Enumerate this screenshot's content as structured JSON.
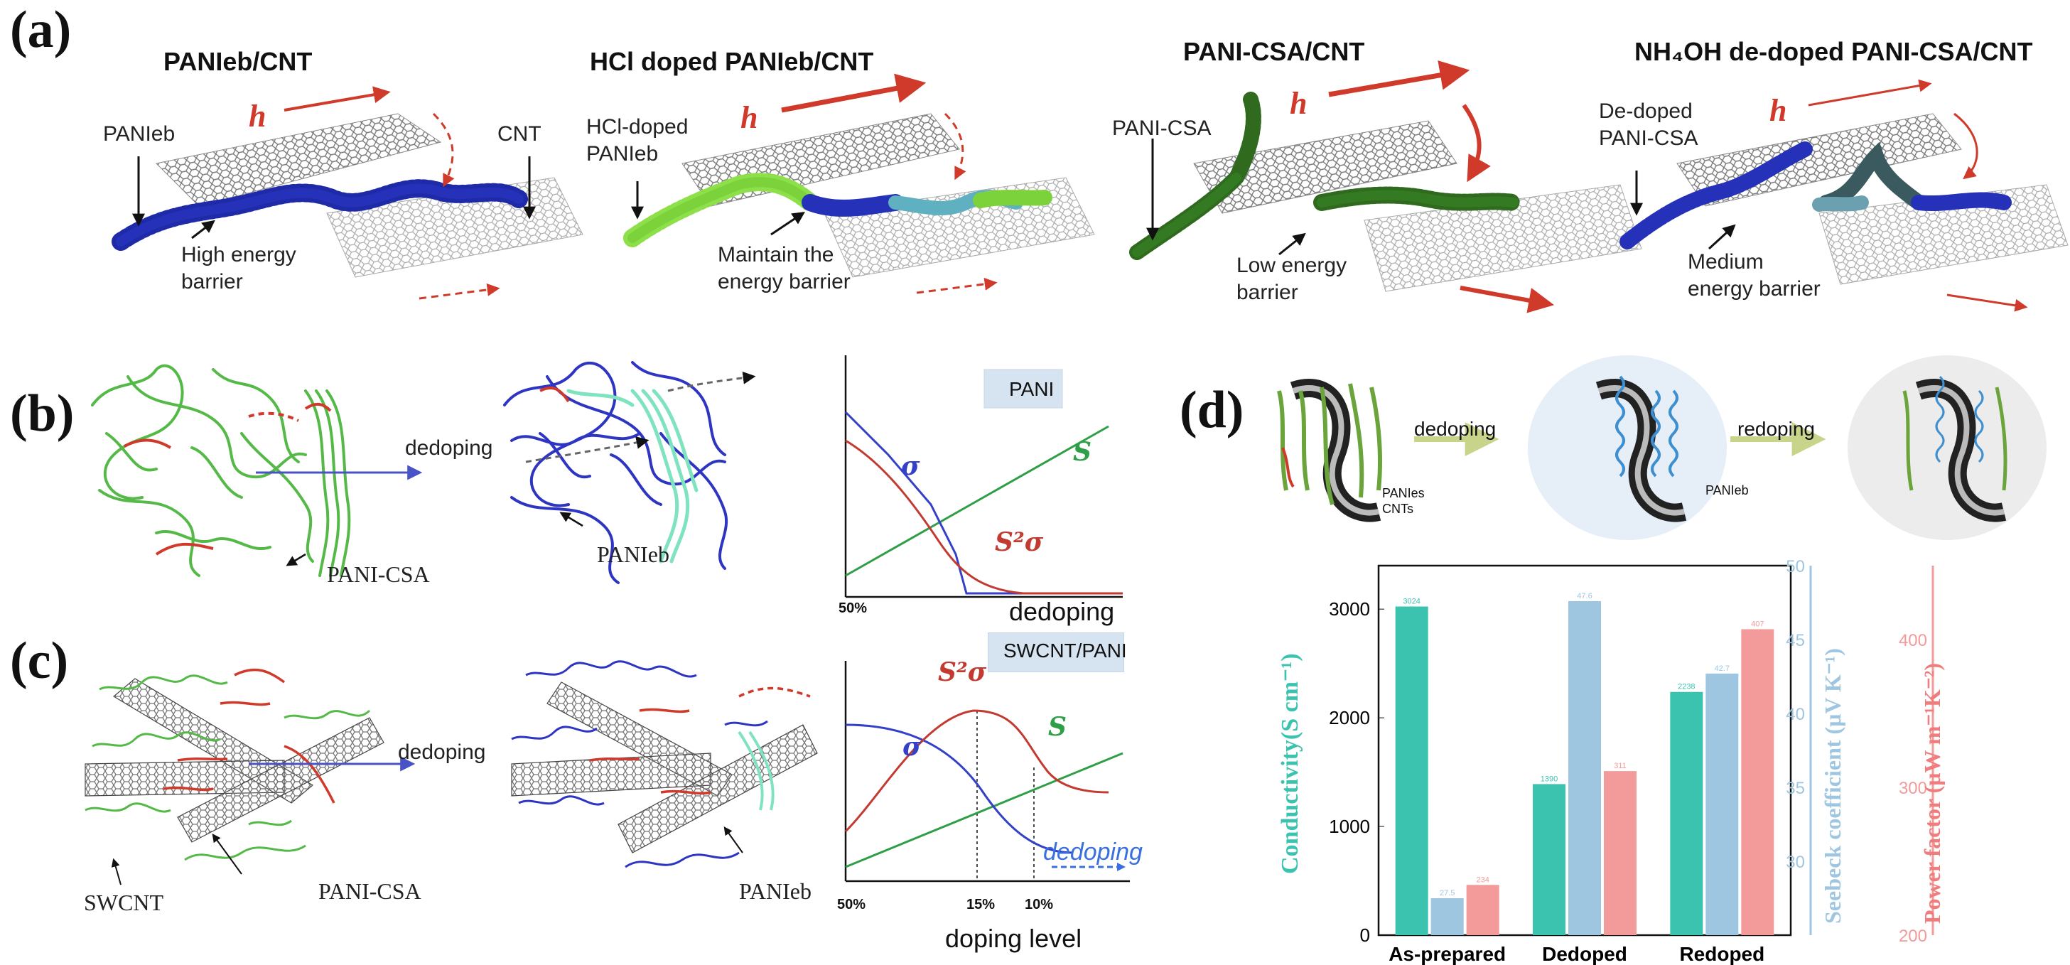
{
  "panel_letters": {
    "a": "(a)",
    "b": "(b)",
    "c": "(c)",
    "d": "(d)"
  },
  "panel_a": {
    "titles": [
      "PANIeb/CNT",
      "HCl doped PANIeb/CNT",
      "PANI-CSA/CNT",
      "NH₄OH de-doped PANI-CSA/CNT"
    ],
    "h_symbol": "h",
    "labels": {
      "p1_left": "PANIeb",
      "p1_right": "CNT",
      "p1_barrier": "High energy\nbarrier",
      "p2_left": "HCl-doped\nPANIeb",
      "p2_barrier": "Maintain the\nenergy barrier",
      "p3_left": "PANI-CSA",
      "p3_barrier": "Low energy\nbarrier",
      "p4_left": "De-doped\nPANI-CSA",
      "p4_barrier": "Medium\nenergy barrier"
    }
  },
  "panel_b": {
    "arrow_label": "dedoping",
    "left_label": "PANI-CSA",
    "mid_label": "PANIeb",
    "chart_title": "PANI",
    "x_axis_label": "dedoping",
    "x_tick": "50%",
    "curve_labels": {
      "sigma": "σ",
      "S": "S",
      "S2sigma": "S²σ"
    }
  },
  "panel_c": {
    "arrow_label": "dedoping",
    "label_swcnt": "SWCNT",
    "label_pani_csa": "PANI-CSA",
    "label_panieb": "PANIeb",
    "chart_title": "SWCNT/PANI",
    "x_axis_label": "doping level",
    "x_ticks": [
      "50%",
      "15%",
      "10%"
    ],
    "dedoping_arrow_label": "dedoping",
    "curve_labels": {
      "sigma": "σ",
      "S": "S",
      "S2sigma": "S²σ"
    }
  },
  "panel_d": {
    "schematic": {
      "dedoping": "dedoping",
      "redoping": "redoping",
      "panies": "PANIes",
      "cnts": "CNTs",
      "panieb": "PANIeb"
    },
    "colors": {
      "conductivity": "#3cc3b0",
      "seebeck": "#9fc6e0",
      "power": "#f39a9a"
    },
    "chart_data": {
      "type": "bar",
      "categories": [
        "As-prepared",
        "Dedoped",
        "Redoped"
      ],
      "series": [
        {
          "name": "Conductivity(S cm⁻¹)",
          "values": [
            3024,
            1390,
            2238
          ],
          "axis": "left",
          "value_labels": [
            "3024",
            "1390",
            "2238"
          ]
        },
        {
          "name": "Seebeck coefficient (μV K⁻¹)",
          "values": [
            27.5,
            47.6,
            42.7
          ],
          "axis": "right1",
          "value_labels": [
            "27.5",
            "47.6",
            "42.7"
          ]
        },
        {
          "name": "Power factor (μW m⁻¹K⁻²)",
          "values": [
            234,
            311,
            407
          ],
          "axis": "right2",
          "value_labels": [
            "234",
            "311",
            "407"
          ]
        }
      ],
      "left_axis": {
        "label": "Conductivity(S cm⁻¹)",
        "ylim": [
          0,
          3400
        ],
        "ticks": [
          "0",
          "1000",
          "2000",
          "3000"
        ]
      },
      "right1_axis": {
        "label": "Seebeck coefficient (μV K⁻¹)",
        "ylim": [
          25,
          50
        ],
        "ticks": [
          "30",
          "35",
          "40",
          "45",
          "50"
        ]
      },
      "right2_axis": {
        "label": "Power factor (μW m⁻¹K⁻²)",
        "ylim": [
          200,
          450
        ],
        "ticks": [
          "200",
          "300",
          "400"
        ]
      }
    }
  }
}
